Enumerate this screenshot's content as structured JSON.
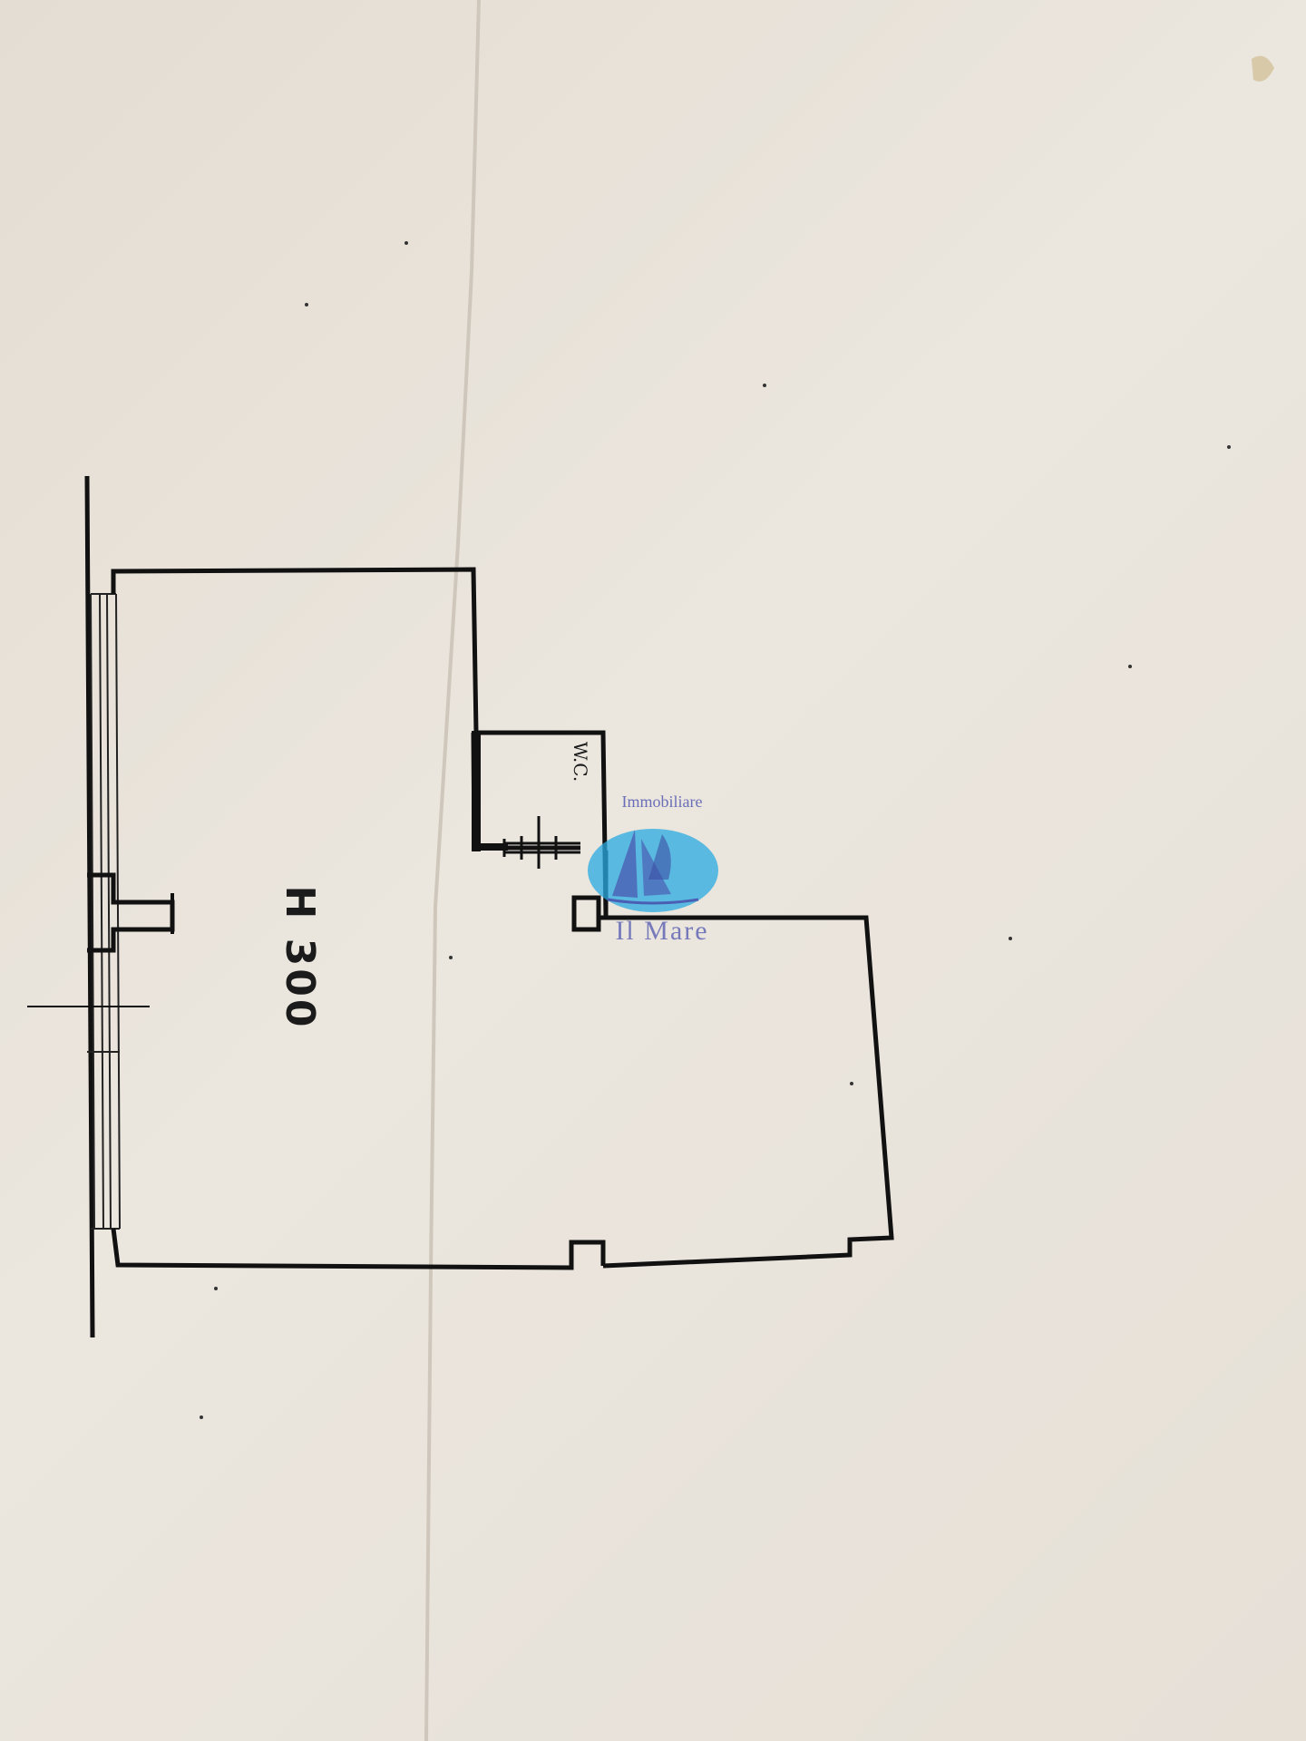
{
  "plan": {
    "room_label": "H 300",
    "wc_label": "W.C."
  },
  "watermark": {
    "top_text": "Immobiliare",
    "bottom_text": "Il Mare",
    "color": "#6a6fb8",
    "logo_color": "#29a9e0"
  }
}
